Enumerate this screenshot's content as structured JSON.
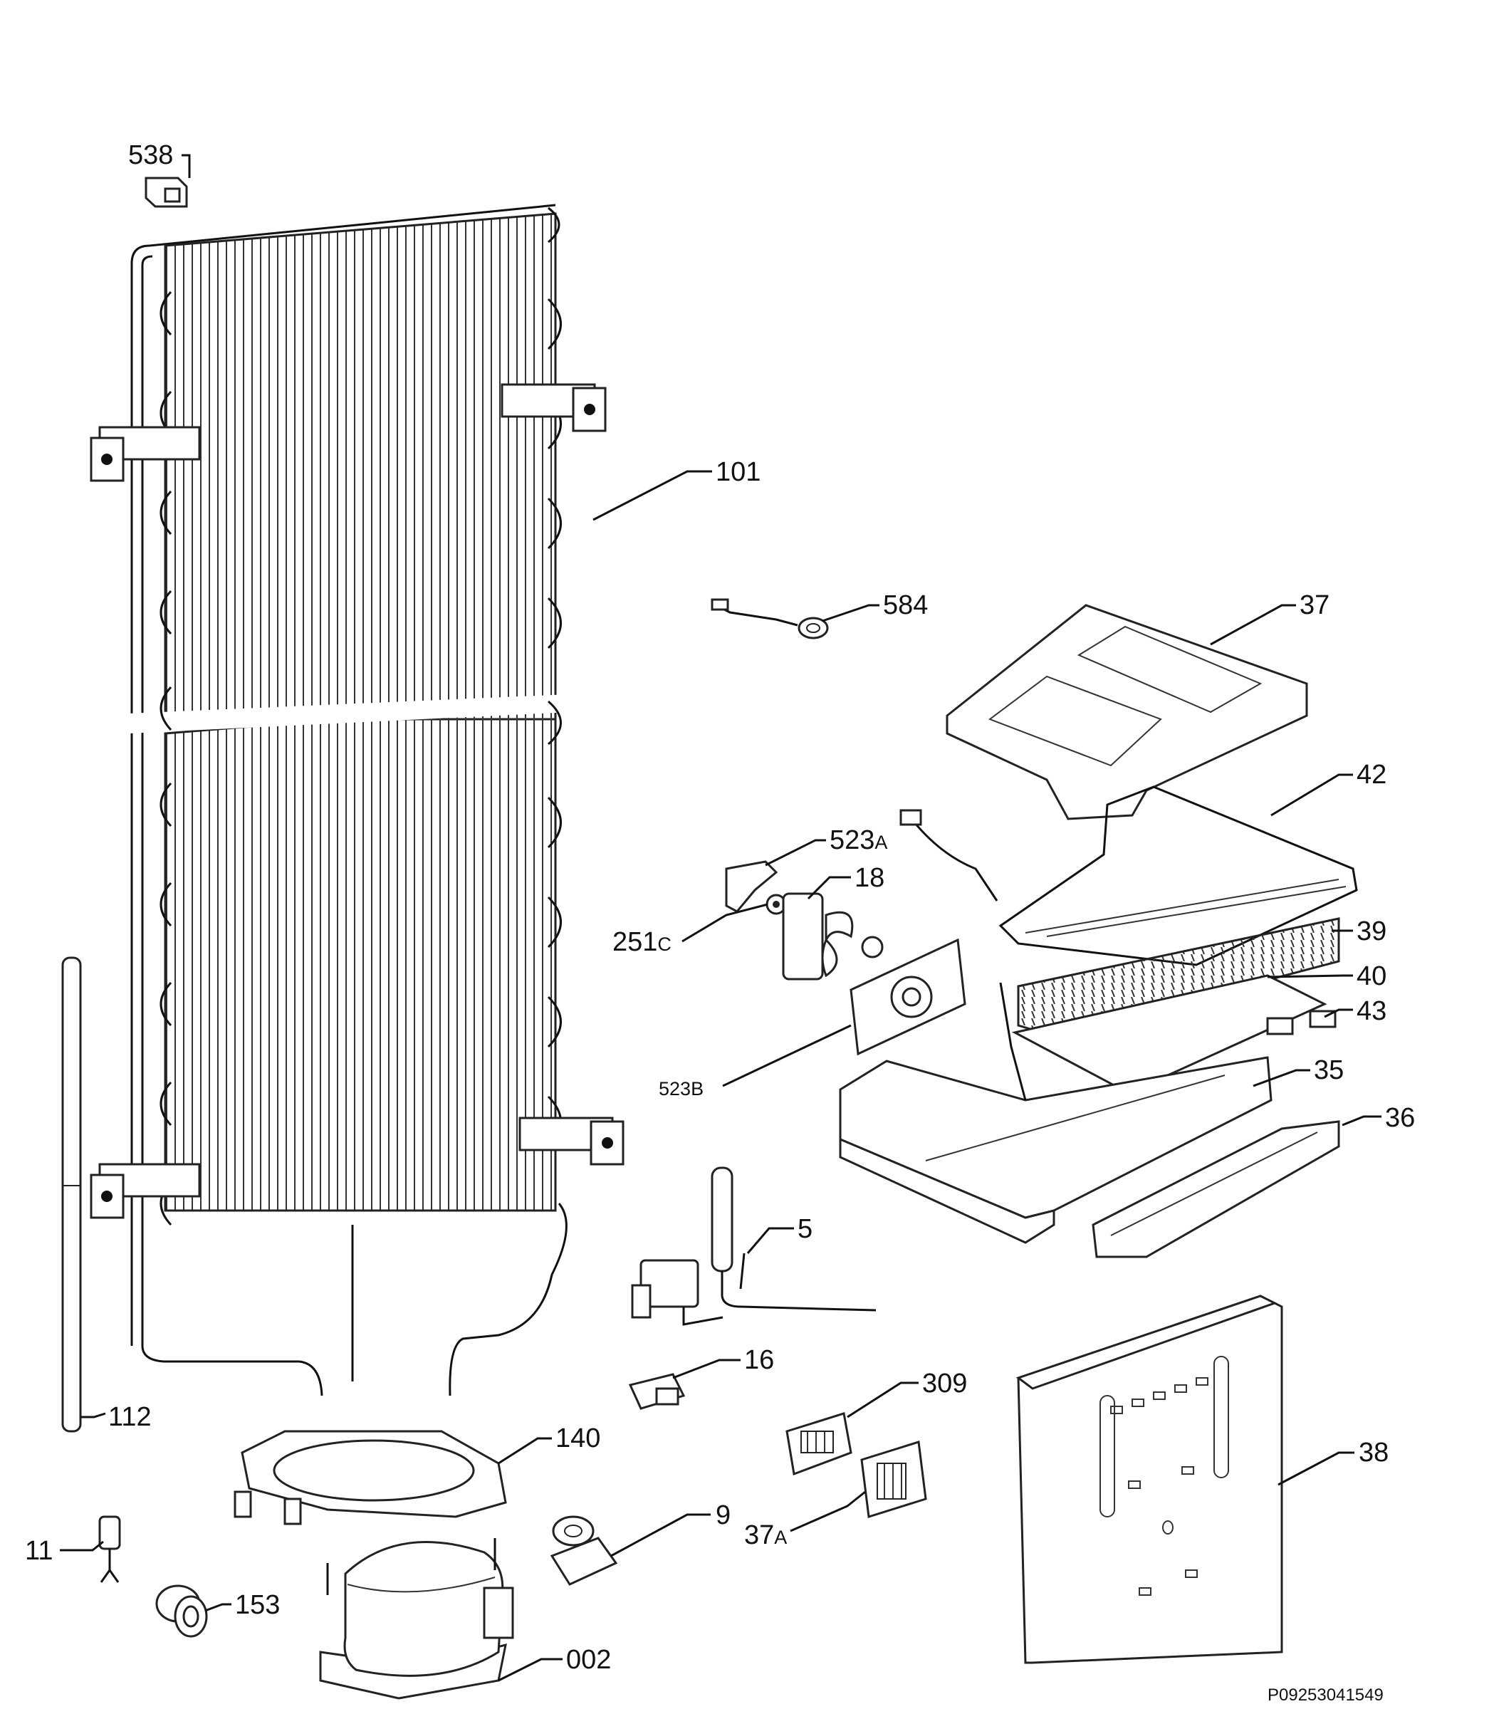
{
  "document_id": "P09253041549",
  "callouts": [
    {
      "id": "538",
      "text": "538",
      "suffix": ""
    },
    {
      "id": "101",
      "text": "101",
      "suffix": ""
    },
    {
      "id": "584",
      "text": "584",
      "suffix": ""
    },
    {
      "id": "37",
      "text": "37",
      "suffix": ""
    },
    {
      "id": "42",
      "text": "42",
      "suffix": ""
    },
    {
      "id": "523A",
      "text": "523",
      "suffix": "A"
    },
    {
      "id": "18",
      "text": "18",
      "suffix": ""
    },
    {
      "id": "251C",
      "text": "251",
      "suffix": "C"
    },
    {
      "id": "39",
      "text": "39",
      "suffix": ""
    },
    {
      "id": "40",
      "text": "40",
      "suffix": ""
    },
    {
      "id": "43",
      "text": "43",
      "suffix": ""
    },
    {
      "id": "523B",
      "text": "523",
      "suffix": "B"
    },
    {
      "id": "35",
      "text": "35",
      "suffix": ""
    },
    {
      "id": "36",
      "text": "36",
      "suffix": ""
    },
    {
      "id": "5",
      "text": "5",
      "suffix": ""
    },
    {
      "id": "16",
      "text": "16",
      "suffix": ""
    },
    {
      "id": "309",
      "text": "309",
      "suffix": ""
    },
    {
      "id": "112",
      "text": "112",
      "suffix": ""
    },
    {
      "id": "140",
      "text": "140",
      "suffix": ""
    },
    {
      "id": "38",
      "text": "38",
      "suffix": ""
    },
    {
      "id": "9",
      "text": "9",
      "suffix": ""
    },
    {
      "id": "37A",
      "text": "37",
      "suffix": "A"
    },
    {
      "id": "11",
      "text": "11",
      "suffix": ""
    },
    {
      "id": "153",
      "text": "153",
      "suffix": ""
    },
    {
      "id": "002",
      "text": "002",
      "suffix": ""
    }
  ]
}
